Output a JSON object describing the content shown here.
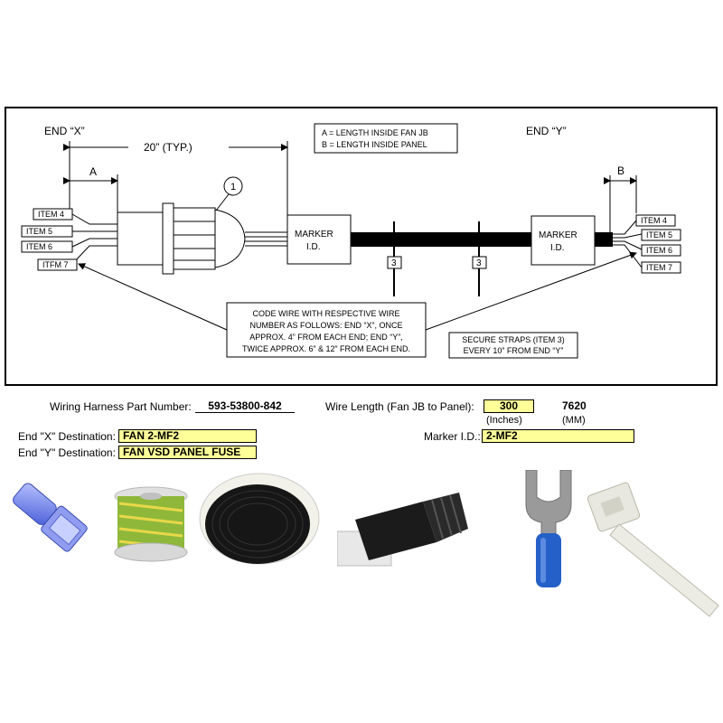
{
  "diagram": {
    "end_x": "END “X”",
    "end_y": "END “Y”",
    "length_typ": "20” (TYP.)",
    "dim_a": "A",
    "dim_b": "B",
    "legend_a": "A = LENGTH INSIDE FAN JB",
    "legend_b": "B = LENGTH INSIDE PANEL",
    "callout_1": "1",
    "marker_left": [
      "MARKER",
      "I.D."
    ],
    "marker_right": [
      "MARKER",
      "I.D."
    ],
    "strap_tag": "3",
    "items_left": [
      "ITEM 4",
      "ITEM 5",
      "ITEM 6",
      "ITFM 7"
    ],
    "items_right": [
      "ITEM 4",
      "ITEM 5",
      "ITEM 6",
      "ITEM 7"
    ],
    "note_code": [
      "CODE WIRE WITH RESPECTIVE WIRE",
      "NUMBER AS FOLLOWS:  END “X”, ONCE",
      "APPROX. 4” FROM EACH END; END “Y”,",
      "TWICE APPROX. 6” & 12” FROM EACH END."
    ],
    "note_straps": [
      "SECURE STRAPS (ITEM 3)",
      "EVERY 10” FROM END “Y”"
    ]
  },
  "form": {
    "part_number_label": "Wiring Harness Part Number:",
    "part_number_value": "593-53800-842",
    "wire_length_label": "Wire Length (Fan JB to Panel):",
    "wire_length_inches": "300",
    "wire_length_mm": "7620",
    "inches_unit": "(Inches)",
    "mm_unit": "(MM)",
    "end_x_dest_label": "End \"X\" Destination:",
    "end_x_dest_value": "FAN 2-MF2",
    "end_y_dest_label": "End \"Y\" Destination:",
    "end_y_dest_value": "FAN VSD PANEL FUSE",
    "marker_id_label": "Marker I.D.:",
    "marker_id_value": "2-MF2"
  },
  "colors": {
    "highlight": "#ffff99",
    "connector_blue": "#4a5fd8",
    "wire_green": "#8fb83a",
    "wire_yellow": "#e7d84a",
    "terminal_blue": "#2460c8"
  },
  "photos": [
    "quick-disconnect-terminal",
    "green-yellow-wire-spool",
    "black-wire-spool",
    "cable-gland",
    "fork-terminal",
    "cable-tie"
  ]
}
